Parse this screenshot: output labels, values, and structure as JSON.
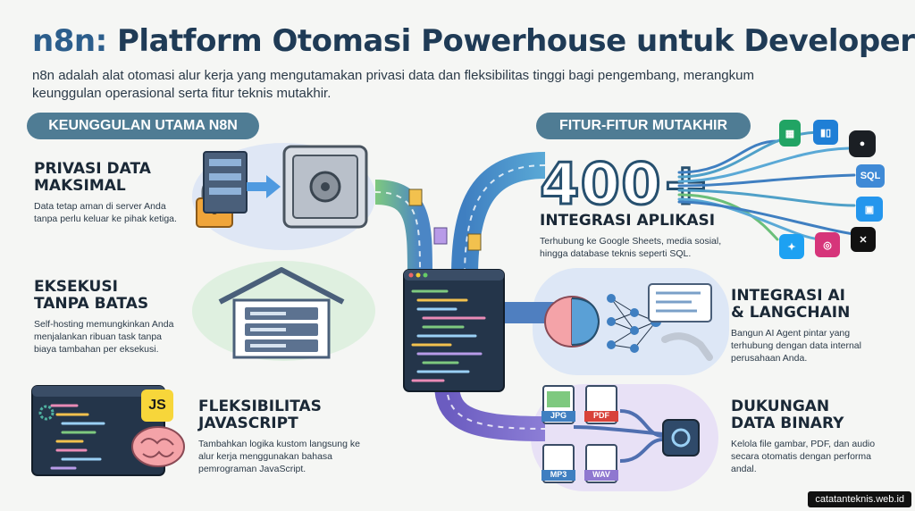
{
  "header": {
    "title_brand": "n8n:",
    "title_rest": "Platform Otomasi Powerhouse untuk Developer",
    "subtitle": "n8n adalah alat otomasi alur kerja yang mengutamakan privasi data dan fleksibilitas tinggi bagi pengembang, merangkum keunggulan operasional serta fitur teknis mutakhir."
  },
  "left": {
    "section_label": "KEUNGGULAN UTAMA N8N",
    "items": [
      {
        "title_line1": "PRIVASI DATA",
        "title_line2": "MAKSIMAL",
        "desc": "Data tetap aman di server Anda tanpa perlu keluar ke pihak ketiga."
      },
      {
        "title_line1": "EKSEKUSI",
        "title_line2": "TANPA BATAS",
        "desc": "Self-hosting memungkinkan Anda menjalankan ribuan task tanpa biaya tambahan per eksekusi."
      },
      {
        "title_line1": "FLEKSIBILITAS",
        "title_line2": "JAVASCRIPT",
        "desc": "Tambahkan logika kustom langsung ke alur kerja menggunakan bahasa pemrograman JavaScript."
      }
    ]
  },
  "right": {
    "section_label": "FITUR-FITUR MUTAKHIR",
    "stat": "400+",
    "items": [
      {
        "title_line1": "INTEGRASI APLIKASI",
        "title_line2": "",
        "desc": "Terhubung ke Google Sheets, media sosial, hingga database teknis seperti SQL."
      },
      {
        "title_line1": "INTEGRASI AI",
        "title_line2": "& LANGCHAIN",
        "desc": "Bangun AI Agent pintar yang terhubung dengan data internal perusahaan Anda."
      },
      {
        "title_line1": "DUKUNGAN",
        "title_line2": "DATA BINARY",
        "desc": "Kelola file gambar, PDF, dan audio secara otomatis dengan performa andal."
      }
    ]
  },
  "file_labels": {
    "jpg": "JPG",
    "pdf": "PDF",
    "mp3": "MP3",
    "wav": "WAV"
  },
  "app_icons": {
    "sql": "SQL",
    "js": "JS"
  },
  "credit": "catatanteknis.web.id",
  "colors": {
    "title": "#1f3b56",
    "pill": "#4f7c94",
    "accent_blue": "#3f7fc1",
    "accent_purple": "#7a63c2",
    "accent_green": "#6bbf7a"
  }
}
